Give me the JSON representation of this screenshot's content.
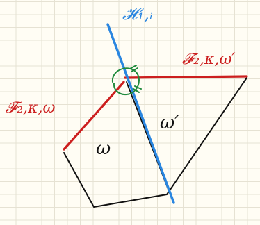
{
  "labels": {
    "hyperplane": "𝓗₁,ᵢ",
    "face_left": "𝓕₂,κ,ω",
    "face_right": "𝓕₂,κ,ω′",
    "region_left": "ω",
    "region_right": "ω′"
  },
  "colors": {
    "outline": "#111111",
    "face": "#cc1f1f",
    "hyperplane": "#2a86e0",
    "angle_mark": "#1f8a3c"
  }
}
